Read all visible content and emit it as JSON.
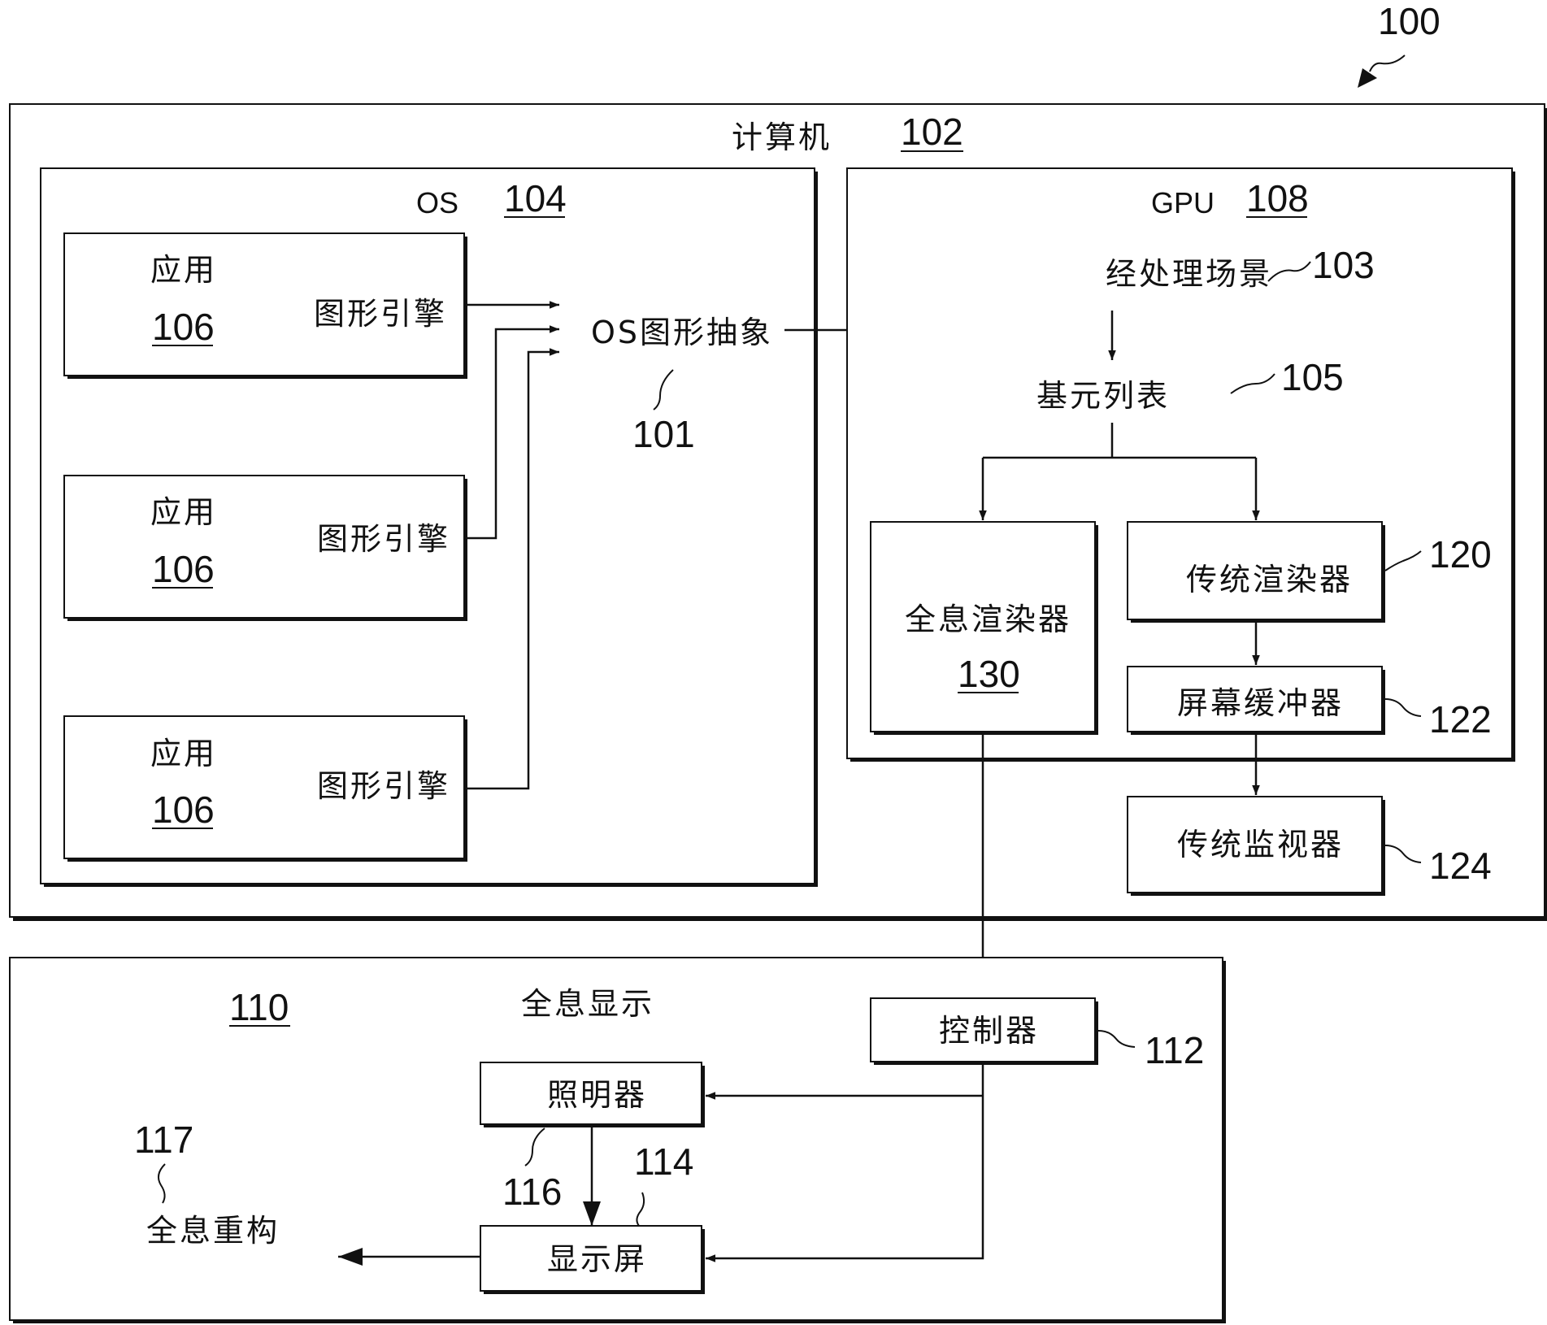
{
  "figure": {
    "number": "100",
    "computer": {
      "label": "计算机",
      "ref": "102"
    },
    "os": {
      "label": "OS",
      "ref": "104"
    },
    "apps": [
      {
        "label": "应用",
        "ref": "106",
        "engine": "图形引擎"
      },
      {
        "label": "应用",
        "ref": "106",
        "engine": "图形引擎"
      },
      {
        "label": "应用",
        "ref": "106",
        "engine": "图形引擎"
      }
    ],
    "os_graphics_abstraction": {
      "label": "OS图形抽象",
      "ref": "101"
    },
    "gpu": {
      "label": "GPU",
      "ref": "108"
    },
    "processed_scene": {
      "label": "经处理场景",
      "ref": "103"
    },
    "primitive_list": {
      "label": "基元列表",
      "ref": "105"
    },
    "holographic_renderer": {
      "label": "全息渲染器",
      "ref": "130"
    },
    "traditional_renderer": {
      "label": "传统渲染器",
      "ref": "120"
    },
    "screen_buffer": {
      "label": "屏幕缓冲器",
      "ref": "122"
    },
    "traditional_monitor": {
      "label": "传统监视器",
      "ref": "124"
    },
    "holographic_display": {
      "label": "全息显示",
      "ref": "110"
    },
    "controller": {
      "label": "控制器",
      "ref": "112"
    },
    "illuminator": {
      "label": "照明器",
      "ref": "116"
    },
    "display_screen": {
      "label": "显示屏",
      "ref": "114"
    },
    "holographic_reconstruction": {
      "label": "全息重构",
      "ref": "117"
    }
  }
}
